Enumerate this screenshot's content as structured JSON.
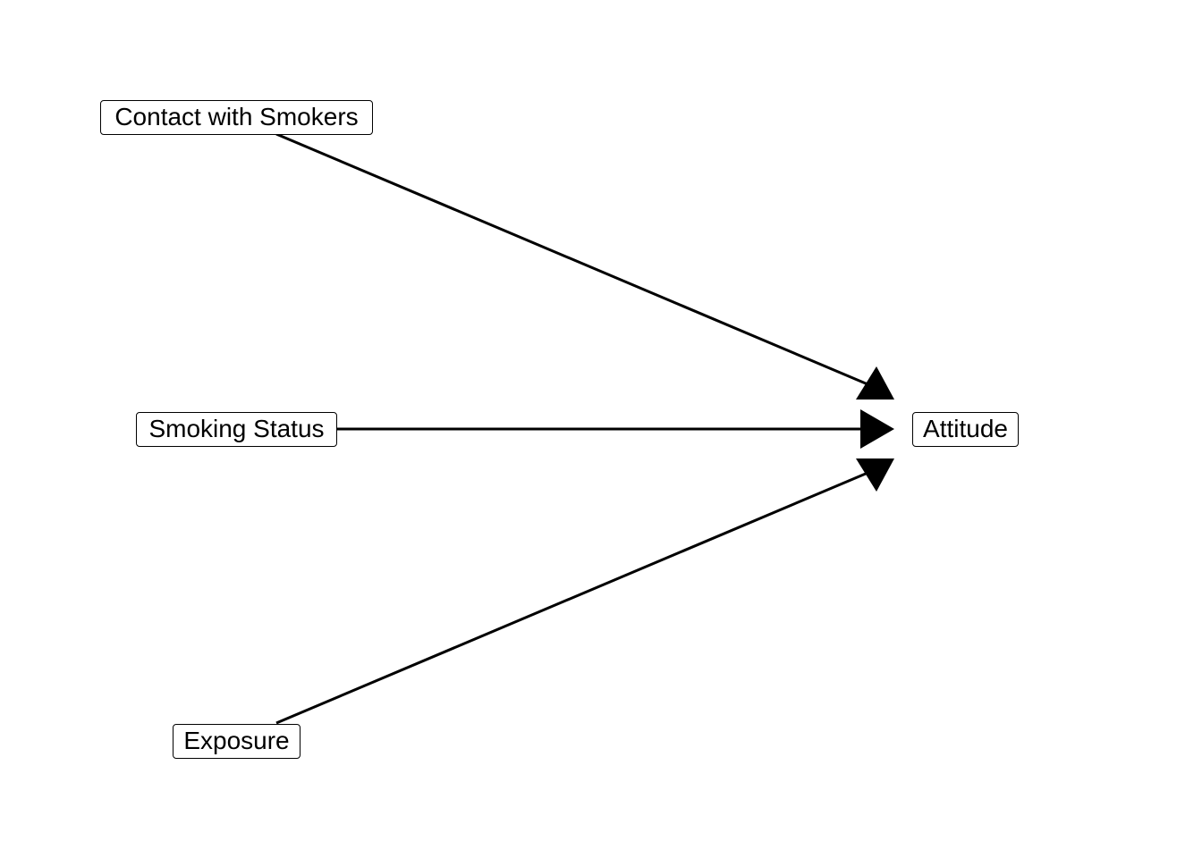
{
  "diagram": {
    "nodes": [
      {
        "id": "contact",
        "label": "Contact with Smokers"
      },
      {
        "id": "smoking",
        "label": "Smoking Status"
      },
      {
        "id": "exposure",
        "label": "Exposure"
      },
      {
        "id": "attitude",
        "label": "Attitude"
      }
    ],
    "edges": [
      {
        "from": "contact",
        "to": "attitude"
      },
      {
        "from": "smoking",
        "to": "attitude"
      },
      {
        "from": "exposure",
        "to": "attitude"
      }
    ],
    "colors": {
      "edge": "#000000",
      "node_border": "#000000",
      "background": "#ffffff"
    }
  }
}
